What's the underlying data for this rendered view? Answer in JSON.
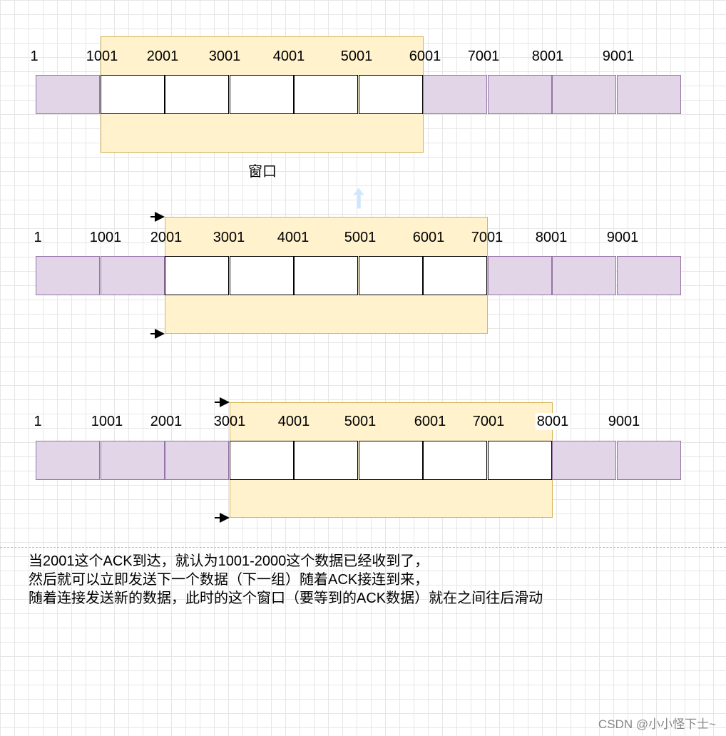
{
  "window_label": "窗口",
  "rows": [
    {
      "labels": [
        "1",
        "1001",
        "2001",
        "3001",
        "4001",
        "5001",
        "6001",
        "7001",
        "8001",
        "9001"
      ],
      "window_start": 1,
      "window_size": 5,
      "arrows": false
    },
    {
      "labels": [
        "1",
        "1001",
        "2001",
        "3001",
        "4001",
        "5001",
        "6001",
        "7001",
        "8001",
        "9001"
      ],
      "window_start": 2,
      "window_size": 5,
      "arrows": true
    },
    {
      "labels": [
        "1",
        "1001",
        "2001",
        "3001",
        "4001",
        "5001",
        "6001",
        "7001",
        "8001",
        "9001"
      ],
      "window_start": 3,
      "window_size": 5,
      "arrows": true,
      "highlight_label": 8
    }
  ],
  "note": {
    "line1": "当2001这个ACK到达，就认为1001-2000这个数据已经收到了，",
    "line2": "然后就可以立即发送下一个数据（下一组）随着ACK接连到来，",
    "line3": "随着连接发送新的数据，此时的这个窗口（要等到的ACK数据）就在之间往后滑动"
  },
  "watermark": "CSDN @小小怪下士~",
  "colors": {
    "cell_fill": "#e1d5e7",
    "cell_border": "#9673a6",
    "window_fill": "#fff2cc",
    "window_border": "#d6b656"
  }
}
